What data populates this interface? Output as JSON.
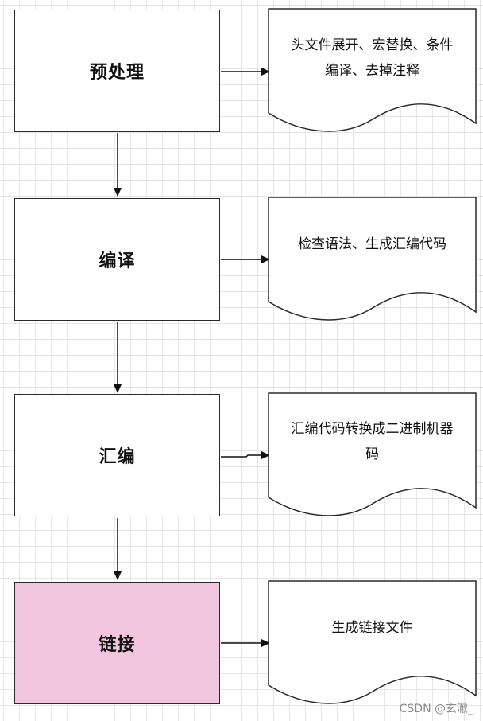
{
  "stages": [
    {
      "label": "预处理",
      "color": "#ffffff"
    },
    {
      "label": "编译",
      "color": "#ffffff"
    },
    {
      "label": "汇编",
      "color": "#ffffff"
    },
    {
      "label": "链接",
      "color": "#f2c6de"
    }
  ],
  "notes": [
    {
      "lines": [
        "头文件展开、宏替换、条件",
        "编译、去掉注释"
      ]
    },
    {
      "lines": [
        "检查语法、生成汇编代码"
      ]
    },
    {
      "lines": [
        "汇编代码转换成二进制机器",
        "码"
      ]
    },
    {
      "lines": [
        "生成链接文件"
      ]
    }
  ],
  "watermark": "CSDN @玄澈_"
}
